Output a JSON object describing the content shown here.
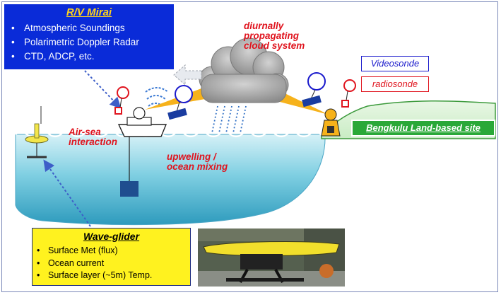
{
  "mirai": {
    "title": "R/V Mirai",
    "items": [
      "Atmospheric Soundings",
      "Polarimetric Doppler Radar",
      "CTD, ADCP,  etc."
    ]
  },
  "cloud_label": [
    "diurnally",
    "propagating",
    "cloud system"
  ],
  "legend": {
    "videosonde": "Videosonde",
    "radiosonde": "radiosonde"
  },
  "air_sea": [
    "Air-sea",
    "interaction"
  ],
  "upwelling": [
    "upwelling /",
    "ocean mixing"
  ],
  "land_site": "Bengkulu Land-based site",
  "wave_glider": {
    "title": "Wave-glider",
    "items": [
      "Surface Met (flux)",
      "Ocean current",
      "Surface layer (~5m) Temp."
    ]
  },
  "colors": {
    "mirai_box": "#0a2bd8",
    "mirai_title": "#ffd21e",
    "glider_box": "#fff21f",
    "land": "#2aa838",
    "red_text": "#e0141e",
    "video_border": "#1a1acc",
    "radio_border": "#e0141e",
    "ocean": "#6cc6dc",
    "beam": "#f6b21b"
  }
}
